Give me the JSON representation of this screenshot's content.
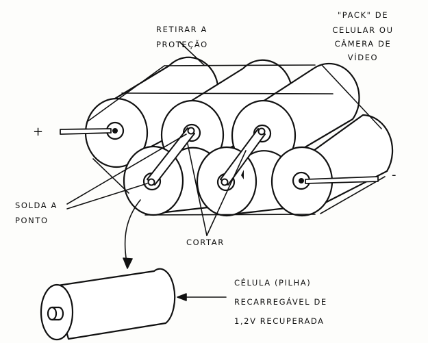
{
  "labels": {
    "retirar": [
      "RETIRAR A",
      "PROTEÇÃO"
    ],
    "pack": [
      "\"PACK\" DE",
      "CELULAR OU",
      "CÂMERA DE",
      "VÍDEO"
    ],
    "plus": "+",
    "minus": "-",
    "solda": [
      "SOLDA A",
      "PONTO"
    ],
    "cortar": "CORTAR",
    "celula": [
      "CÉLULA (PILHA)",
      "RECARREGÁVEL DE",
      "1,2V  RECUPERADA"
    ]
  },
  "colors": {
    "ink": "#111111",
    "paper": "#fdfdfb"
  }
}
